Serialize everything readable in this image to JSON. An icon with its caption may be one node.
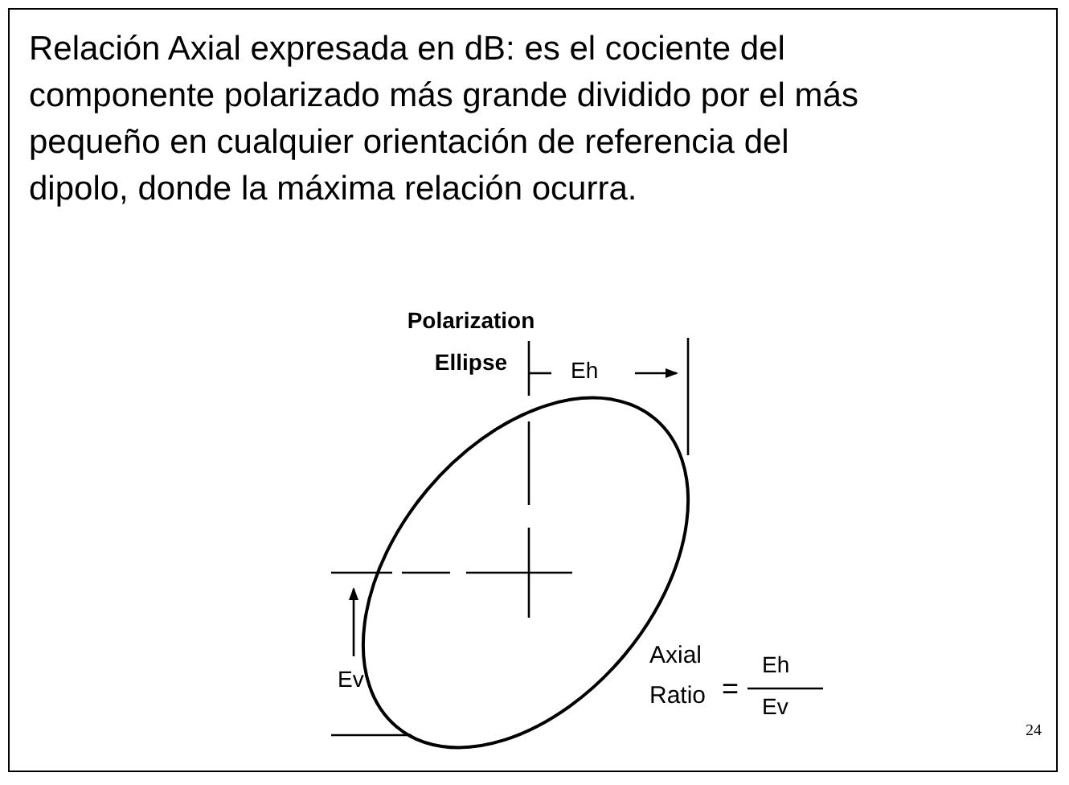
{
  "diagram": {
    "title": "Relación Axial expresada en dB: es el cociente del componente polarizado más grande dividido por el más pequeño en cualquier orientación de referencia del dipolo, donde la máxima relación ocurra.",
    "labels": [
      "Polarization Ellipse",
      "Eh",
      "Ev",
      "Axial Ratio",
      "=",
      "Eh",
      "Ev",
      "24"
    ]
  }
}
